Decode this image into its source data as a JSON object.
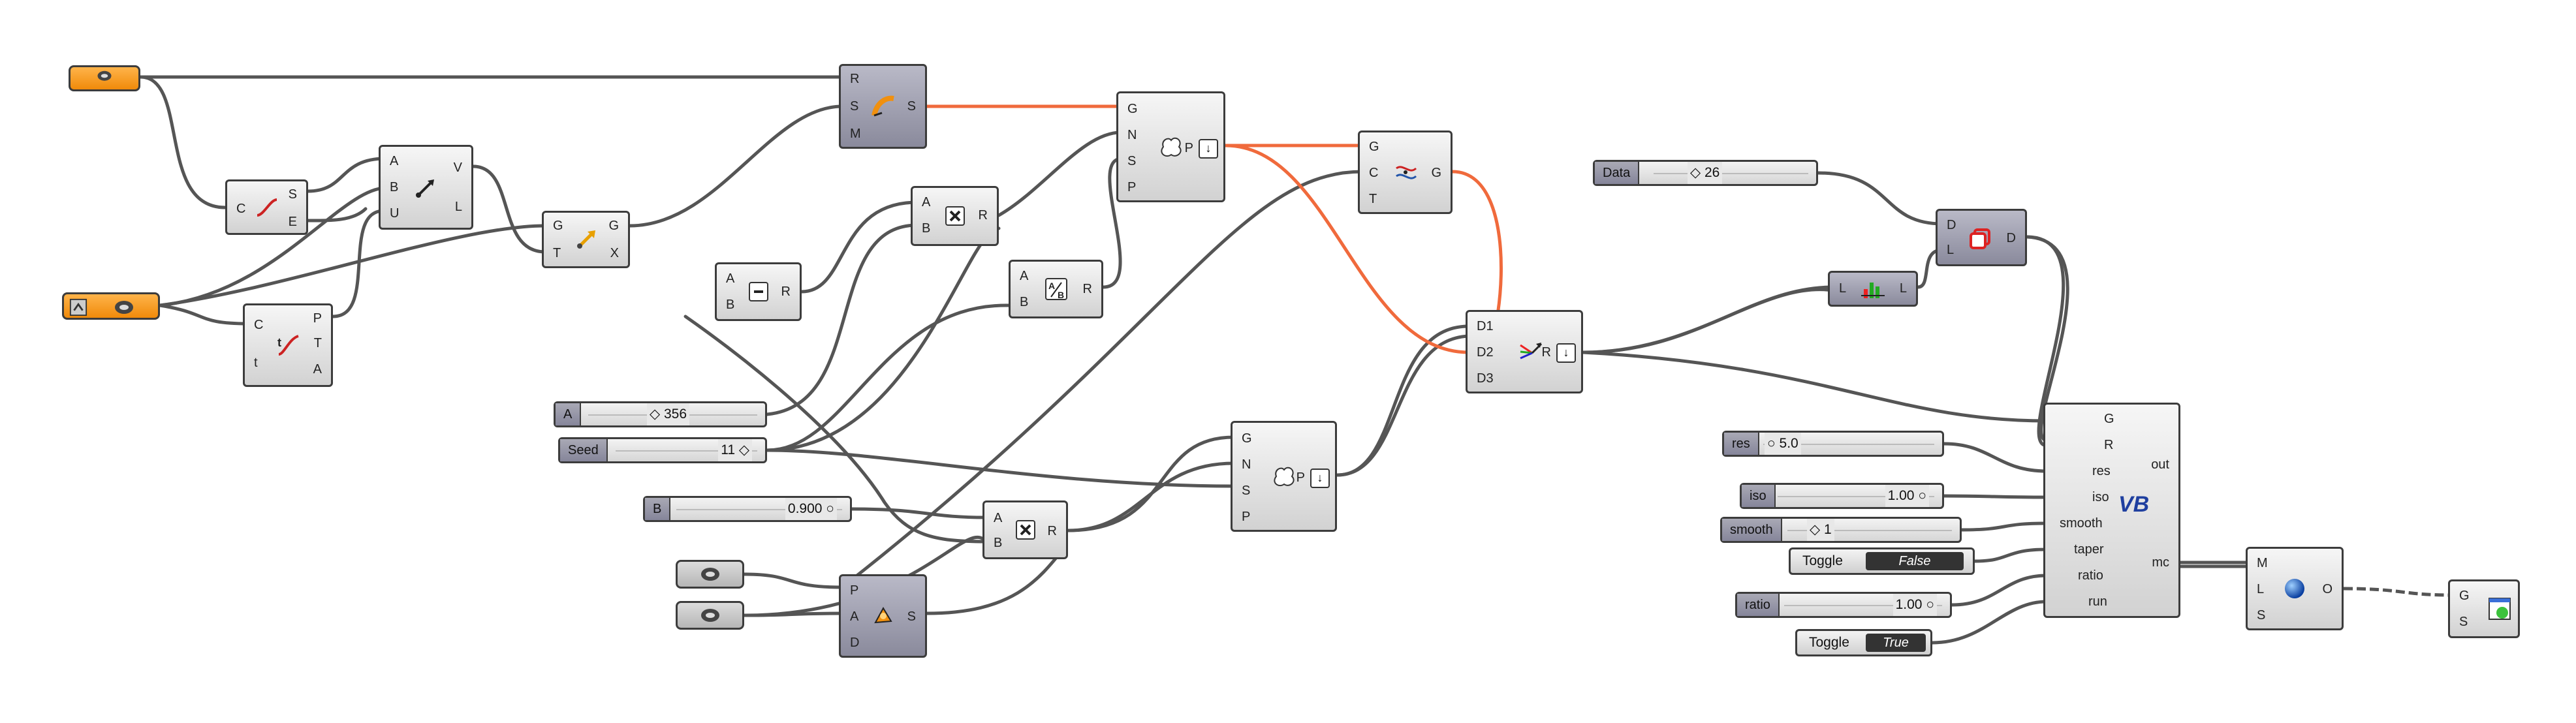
{
  "sliders": {
    "A": {
      "label": "A",
      "value": "◇ 356"
    },
    "Seed": {
      "label": "Seed",
      "value": "11 ◇"
    },
    "B": {
      "label": "B",
      "value": "0.900 ○"
    },
    "Data": {
      "label": "Data",
      "value": "◇ 26"
    },
    "res": {
      "label": "res",
      "value": "○ 5.0"
    },
    "iso": {
      "label": "iso",
      "value": "1.00 ○"
    },
    "smooth": {
      "label": "smooth",
      "value": "◇ 1"
    },
    "ratio": {
      "label": "ratio",
      "value": "1.00 ○"
    }
  },
  "toggles": {
    "taper": {
      "label": "Toggle",
      "value": "False"
    },
    "run": {
      "label": "Toggle",
      "value": "True"
    }
  },
  "components": {
    "curve_frame": {
      "in": [
        "C"
      ],
      "out": [
        "S",
        "E"
      ]
    },
    "evaluate": {
      "in": [
        "A",
        "B",
        "U"
      ],
      "out": [
        "V",
        "L"
      ]
    },
    "eval_curve": {
      "in": [
        "C",
        "t"
      ],
      "out": [
        "P",
        "T",
        "A"
      ]
    },
    "move": {
      "in": [
        "G",
        "T"
      ],
      "out": [
        "G",
        "X"
      ]
    },
    "sweep": {
      "in": [
        "R",
        "S",
        "M"
      ],
      "out": [
        "S"
      ]
    },
    "subtract": {
      "in": [
        "A",
        "B"
      ],
      "out": [
        "R"
      ]
    },
    "multiply1": {
      "in": [
        "A",
        "B"
      ],
      "out": [
        "R"
      ]
    },
    "divide": {
      "in": [
        "A",
        "B"
      ],
      "out": [
        "R"
      ]
    },
    "populate1": {
      "in": [
        "G",
        "N",
        "S",
        "P"
      ],
      "out": [
        "P"
      ]
    },
    "curve_closest": {
      "in": [
        "G",
        "C",
        "T"
      ],
      "out": [
        "G"
      ]
    },
    "merge": {
      "in": [
        "D1",
        "D2",
        "D3"
      ],
      "out": [
        "R"
      ]
    },
    "populate2": {
      "in": [
        "G",
        "N",
        "S",
        "P"
      ],
      "out": [
        "P"
      ]
    },
    "multiply2": {
      "in": [
        "A",
        "B"
      ],
      "out": [
        "R"
      ]
    },
    "pipe": {
      "in": [
        "P",
        "A",
        "D"
      ],
      "out": [
        "S"
      ]
    },
    "list_length": {
      "in": [
        "L"
      ],
      "out": [
        "L"
      ]
    },
    "duplicate": {
      "in": [
        "D",
        "L"
      ],
      "out": [
        "D"
      ]
    },
    "vb": {
      "in": [
        "G",
        "R",
        "res",
        "iso",
        "smooth",
        "taper",
        "ratio",
        "run"
      ],
      "out": [
        "out",
        "mc"
      ],
      "label": "VB"
    },
    "preview": {
      "in": [
        "M",
        "L",
        "S"
      ],
      "out": [
        "O"
      ]
    },
    "custom_preview": {
      "in": [
        "G",
        "S"
      ],
      "out": []
    }
  },
  "colors": {
    "wire": "#555555",
    "wire_selected": "#f06a3c",
    "accent": "#f0900f"
  }
}
